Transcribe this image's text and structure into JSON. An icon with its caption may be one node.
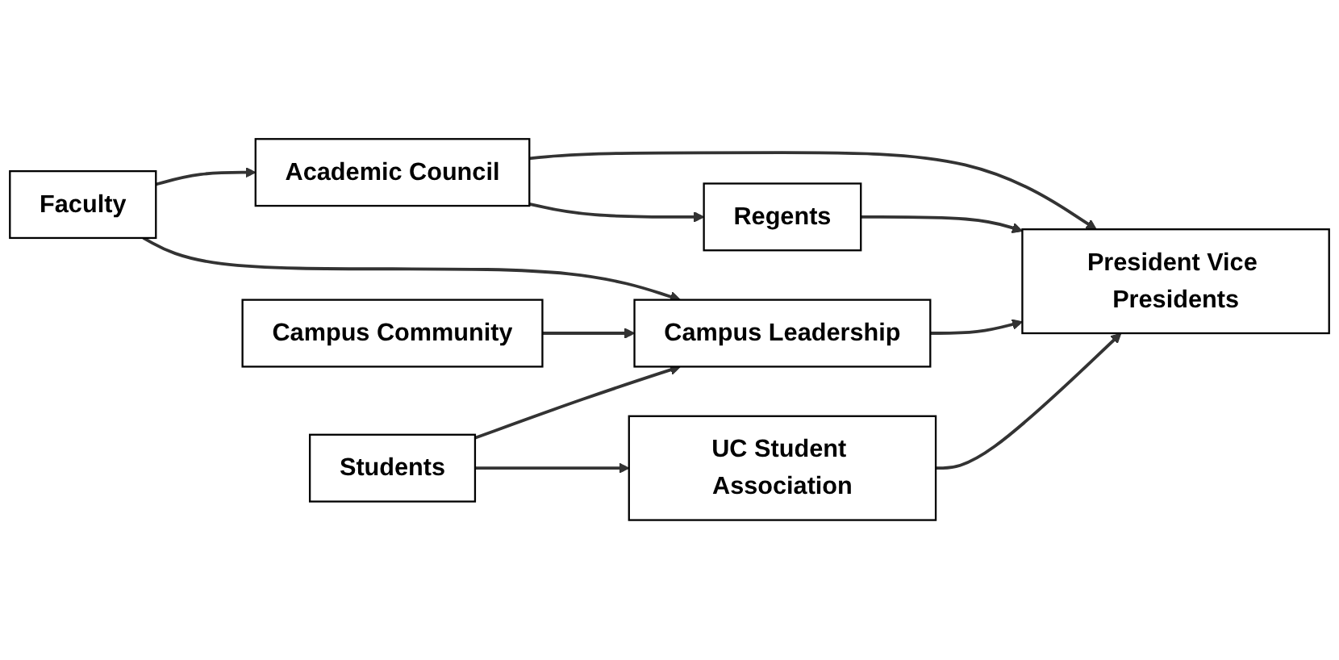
{
  "diagram": {
    "nodes": [
      {
        "text": [
          "Faculty"
        ]
      },
      {
        "text": [
          "Academic Council"
        ]
      },
      {
        "text": [
          "Regents"
        ]
      },
      {
        "text": [
          "Campus Community"
        ]
      },
      {
        "text": [
          "Campus Leadership"
        ]
      },
      {
        "text": [
          "President Vice Presidents"
        ]
      },
      {
        "text": [
          "Students"
        ]
      },
      {
        "text": [
          "UC Student Association"
        ]
      }
    ],
    "edges": [
      {
        "from": 0,
        "to": 1,
        "arrow": "to"
      },
      {
        "from": 0,
        "to": 4,
        "arrow": "to"
      },
      {
        "from": 1,
        "to": 2,
        "arrow": "to"
      },
      {
        "from": 1,
        "to": 5,
        "arrow": "to"
      },
      {
        "from": 2,
        "to": 5,
        "arrow": "to"
      },
      {
        "from": 3,
        "to": 4,
        "arrow": "to"
      },
      {
        "from": 4,
        "to": 5,
        "arrow": "to"
      },
      {
        "from": 6,
        "to": 4,
        "arrow": "to"
      },
      {
        "from": 6,
        "to": 7,
        "arrow": "to"
      },
      {
        "from": 7,
        "to": 5,
        "arrow": "to"
      }
    ]
  }
}
